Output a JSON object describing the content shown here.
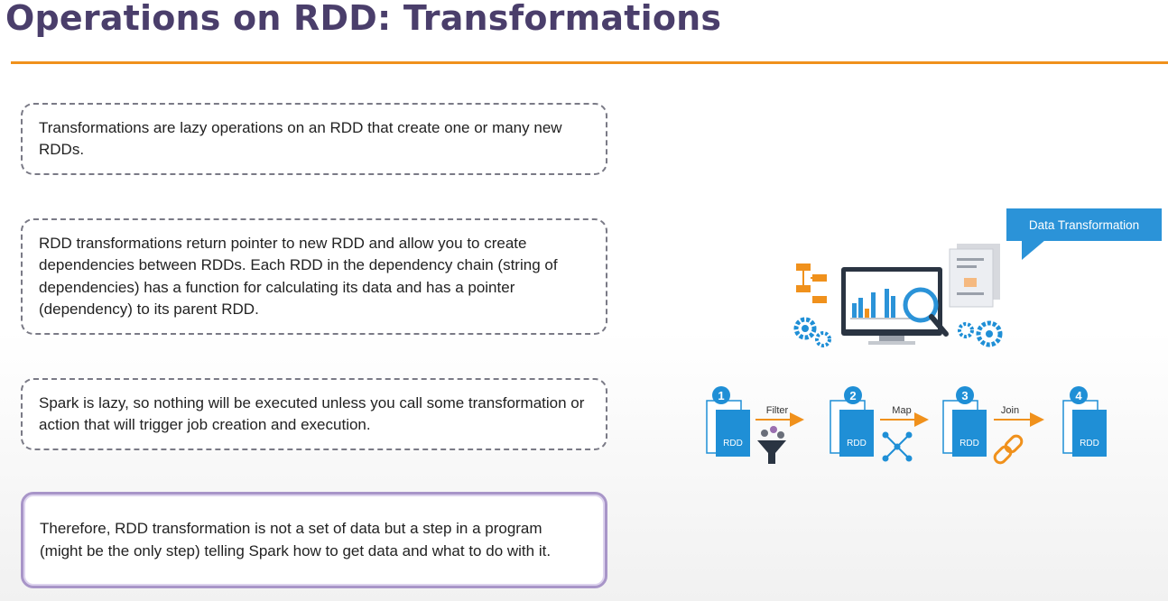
{
  "slide": {
    "title": "Operations on RDD: Transformations",
    "points": [
      "Transformations are lazy operations on an RDD that create one or many new RDDs.",
      "RDD transformations return pointer to new RDD and allow you to create dependencies between RDDs. Each RDD in the dependency chain (string of dependencies) has a function for calculating its data and has a pointer (dependency) to its parent RDD.",
      "Spark is lazy, so nothing will be executed unless you call some transformation or action that will trigger job creation and execution.",
      "Therefore, RDD transformation is not a set of data but a step in a program (might be the only step) telling Spark how to get data and what to do with it."
    ]
  },
  "illustration": {
    "callout": "Data Transformation",
    "steps": [
      {
        "number": "1",
        "box": "RDD",
        "op": "Filter",
        "icon": "filter-funnel-icon"
      },
      {
        "number": "2",
        "box": "RDD",
        "op": "Map",
        "icon": "map-network-icon"
      },
      {
        "number": "3",
        "box": "RDD",
        "op": "Join",
        "icon": "chain-link-icon"
      },
      {
        "number": "4",
        "box": "RDD"
      }
    ],
    "colors": {
      "blue": "#1f8fd6",
      "orange": "#f0911c",
      "title": "#4a3e6b"
    }
  }
}
